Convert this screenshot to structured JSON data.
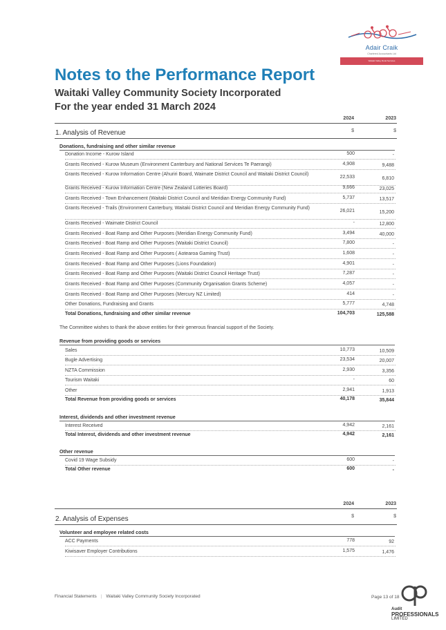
{
  "firm_logo": {
    "name": "Adair Craik",
    "subtitle": "Chartered Accountants Ltd",
    "contact": "Waitaki Valley Rural Services",
    "colors": {
      "blue": "#2c6aa8",
      "red": "#d34a58"
    }
  },
  "title": "Notes to the Performance Report",
  "entity": "Waitaki Valley Community Society Incorporated",
  "period": "For the year ended 31 March 2024",
  "years": {
    "current": "2024",
    "prior": "2023"
  },
  "currency": "$",
  "revenue": {
    "heading": "1. Analysis of Revenue",
    "donations": {
      "heading": "Donations, fundraising and other similar revenue",
      "rows": [
        {
          "label": "Donation Income - Kurow Island",
          "y2024": "500",
          "y2023": "-"
        },
        {
          "label": "Grants Received - Kurow Museum (Environment Canterbury and National Services Te Paerangi)",
          "y2024": "4,908",
          "y2023": "9,488"
        },
        {
          "label": "Grants Received - Kurow Information Centre (Ahuriri Board, Waimate District Council and Waitaki District Council)",
          "y2024": "22,533",
          "y2023": "6,810"
        },
        {
          "label": "Grants Received - Kurow Information Centre (New Zealand Lotteries Board)",
          "y2024": "9,666",
          "y2023": "23,025"
        },
        {
          "label": "Grants Received - Town Enhancement (Waitaki District Council and Meridian Energy Community Fund)",
          "y2024": "5,737",
          "y2023": "13,517"
        },
        {
          "label": "Grants Received - Trails (Environment Canterbury, Waitaki District Council and Meridian Energy Community Fund)",
          "y2024": "26,021",
          "y2023": "15,200"
        },
        {
          "label": "Grants Received - Waimate District Council",
          "y2024": "-",
          "y2023": "12,800"
        },
        {
          "label": "Grants Received - Boat Ramp and Other Purposes (Meridian Energy Community Fund)",
          "y2024": "3,494",
          "y2023": "40,000"
        },
        {
          "label": "Grants Received - Boat Ramp and Other Purposes (Waitaki District Council)",
          "y2024": "7,800",
          "y2023": "-"
        },
        {
          "label": "Grants Received - Boat Ramp and Other Purposes ( Aotearoa Gaming Trust)",
          "y2024": "1,608",
          "y2023": "-"
        },
        {
          "label": "Grants Received - Boat Ramp and Other Purposes (Lions Foundation)",
          "y2024": "4,901",
          "y2023": "-"
        },
        {
          "label": "Grants Received - Boat Ramp and Other Purposes (Waitaki District Council Heritage Trust)",
          "y2024": "7,287",
          "y2023": "-"
        },
        {
          "label": "Grants Received - Boat Ramp and Other Purposes (Community Organisation Grants Scheme)",
          "y2024": "4,057",
          "y2023": "-"
        },
        {
          "label": "Grants Received - Boat Ramp and Other Purposes (Mercury NZ Limited)",
          "y2024": "414",
          "y2023": "-"
        },
        {
          "label": "Other Donations, Fundraising and Grants",
          "y2024": "5,777",
          "y2023": "4,748"
        }
      ],
      "total": {
        "label": "Total Donations, fundraising and other similar revenue",
        "y2024": "104,703",
        "y2023": "125,588"
      }
    },
    "note": "The Committee wishes to thank the above entities for their generous financial support of the Society.",
    "goods": {
      "heading": "Revenue from providing goods or services",
      "rows": [
        {
          "label": "Sales",
          "y2024": "10,773",
          "y2023": "10,509"
        },
        {
          "label": "Bugle Advertising",
          "y2024": "23,534",
          "y2023": "20,007"
        },
        {
          "label": "NZTA Commission",
          "y2024": "2,930",
          "y2023": "3,356"
        },
        {
          "label": "Tourism Waitaki",
          "y2024": "-",
          "y2023": "60"
        },
        {
          "label": "Other",
          "y2024": "2,941",
          "y2023": "1,913"
        }
      ],
      "total": {
        "label": "Total Revenue from providing goods or services",
        "y2024": "40,178",
        "y2023": "35,844"
      }
    },
    "interest": {
      "heading": "Interest, dividends and other investment revenue",
      "rows": [
        {
          "label": "Interest Received",
          "y2024": "4,942",
          "y2023": "2,161"
        }
      ],
      "total": {
        "label": "Total Interest, dividends and other investment revenue",
        "y2024": "4,942",
        "y2023": "2,161"
      }
    },
    "other": {
      "heading": "Other revenue",
      "rows": [
        {
          "label": "Covid 19 Wage Subsidy",
          "y2024": "600",
          "y2023": "-"
        }
      ],
      "total": {
        "label": "Total Other revenue",
        "y2024": "600",
        "y2023": "-"
      }
    }
  },
  "expenses": {
    "heading": "2. Analysis of Expenses",
    "volunteer": {
      "heading": "Volunteer and employee related costs",
      "rows": [
        {
          "label": "ACC Payments",
          "y2024": "778",
          "y2023": "92"
        },
        {
          "label": "Kiwisaver Employer Contributions",
          "y2024": "1,575",
          "y2023": "1,476"
        }
      ]
    }
  },
  "footer": {
    "left": "Financial Statements",
    "entity": "Waitaki Valley Community Society Incorporated",
    "page": "Page 13 of 18"
  },
  "auditor_logo": {
    "line1": "Audit",
    "line2": "PROFESSIONALS",
    "line3": "LIMITED"
  }
}
